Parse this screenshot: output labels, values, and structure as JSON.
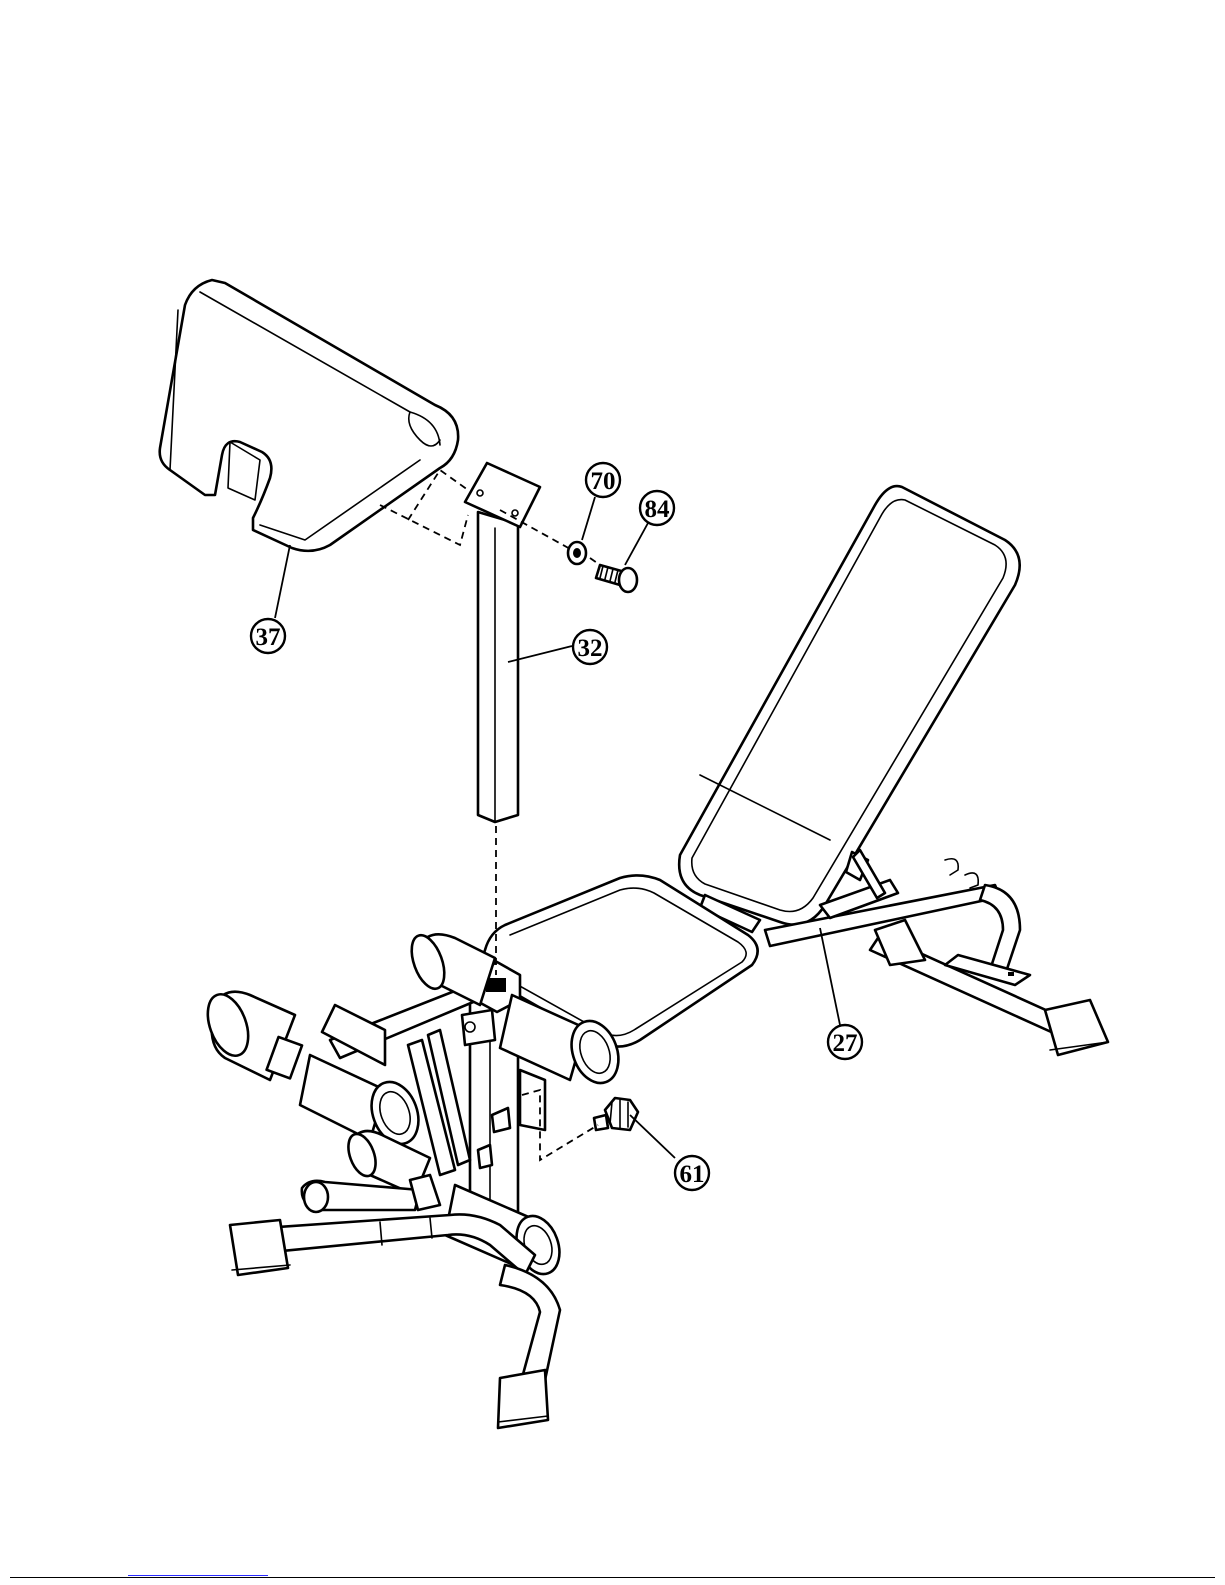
{
  "diagram": {
    "callouts": [
      {
        "id": "c37",
        "label": "37"
      },
      {
        "id": "c32",
        "label": "32"
      },
      {
        "id": "c70",
        "label": "70"
      },
      {
        "id": "c84",
        "label": "84"
      },
      {
        "id": "c27",
        "label": "27"
      },
      {
        "id": "c61",
        "label": "61"
      }
    ],
    "colors": {
      "ink": "#000000",
      "paper": "#ffffff",
      "link": "#2a2aff"
    }
  }
}
